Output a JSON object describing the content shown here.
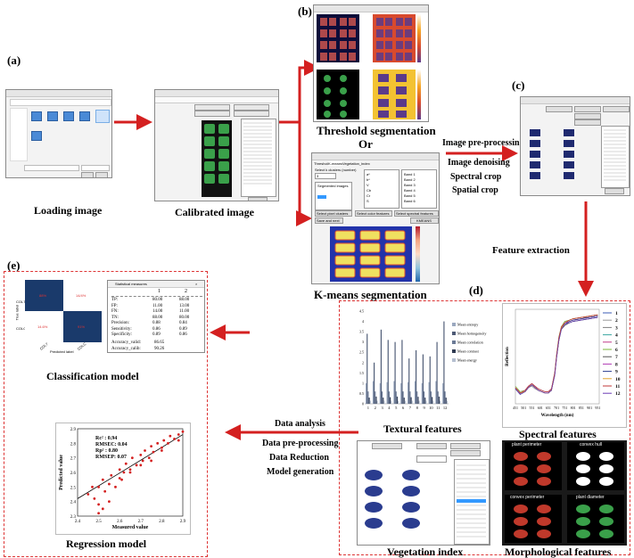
{
  "panels": {
    "a": "(a)",
    "b": "(b)",
    "c": "(c)",
    "d": "(d)",
    "e": "(e)"
  },
  "captions": {
    "loading": "Loading image",
    "calibrated": "Calibrated image",
    "threshold": "Threshold segmentation",
    "or": "Or",
    "kmeans": "K-means segmentation",
    "textural": "Textural features",
    "spectral": "Spectral features",
    "vegetation": "Vegetation index",
    "morphological": "Morphological features",
    "classification": "Classification model",
    "regression": "Regression model"
  },
  "steps": {
    "preprocessing": "Image pre-processing",
    "denoising": "Image denoising",
    "spectral_crop": "Spectral crop",
    "spatial_crop": "Spatial crop",
    "feature_extraction": "Feature extraction",
    "data_analysis": "Data analysis",
    "data_preprocessing": "Data pre-processing",
    "data_reduction": "Data Reduction",
    "model_generation": "Model generation"
  },
  "kmeans_window": {
    "tabs": [
      "Threshold",
      "K-means",
      "Vegetation_index"
    ],
    "select_clusters": "Select k clusters (number)",
    "k_value": "3",
    "segmented_images": "Segmented images",
    "bands": [
      "Band 1",
      "Band 2",
      "Band 3",
      "Band 4",
      "Band 5",
      "Band 6"
    ],
    "channels": [
      "a*",
      "b*",
      "V",
      "Cb",
      "Cr",
      "S"
    ],
    "btn_save": "Save and next",
    "btn_pixel": "Select pixel clusters",
    "btn_color": "Select color features",
    "btn_spectral": "Select spectral features",
    "btn_kmeans": "KMEANS"
  },
  "confusion_window": {
    "title": "Statistical measures",
    "col_headers": [
      "1",
      "2"
    ],
    "rows": [
      {
        "name": "TP:",
        "v1": "80.00",
        "v2": "88.00"
      },
      {
        "name": "FP:",
        "v1": "11.00",
        "v2": "13.00"
      },
      {
        "name": "FN:",
        "v1": "14.00",
        "v2": "11.00"
      },
      {
        "name": "TN:",
        "v1": "88.00",
        "v2": "80.00"
      },
      {
        "name": "Precision:",
        "v1": "0.88",
        "v2": "0.84"
      },
      {
        "name": "Sensitivity:",
        "v1": "0.86",
        "v2": "0.89"
      },
      {
        "name": "Specificity:",
        "v1": "0.89",
        "v2": "0.86"
      }
    ],
    "accuracy_valid": {
      "name": "Accuracy_valid:",
      "v": "86.65"
    },
    "accuracy_calib": {
      "name": "Accuracy_calib:",
      "v": "90.26"
    }
  },
  "confusion_matrix": {
    "ylabel": "True label",
    "xlabel": "Predicted label",
    "classes": [
      "COL7",
      "COLC"
    ],
    "cells": [
      "88%",
      "14/4%",
      "14.6%",
      "91%"
    ]
  },
  "regression_stats": {
    "rc2": "Rc² :  0.94",
    "rmsec": "RMSEC:  0.04",
    "rp2": "Rp² :  0.80",
    "rmsep": "RMSEP:  0.07"
  },
  "chart_data": [
    {
      "type": "scatter",
      "xlabel": "Measured value",
      "ylabel": "Predicted value",
      "xlim": [
        2.4,
        2.9
      ],
      "ylim": [
        2.3,
        2.9
      ],
      "xticks": [
        "2.4",
        "2.5",
        "2.6",
        "2.7",
        "2.8",
        "2.9"
      ],
      "yticks": [
        "2.3",
        "2.4",
        "2.5",
        "2.6",
        "2.7",
        "2.8",
        "2.9"
      ],
      "x": [
        2.45,
        2.47,
        2.48,
        2.5,
        2.5,
        2.52,
        2.53,
        2.55,
        2.56,
        2.58,
        2.6,
        2.61,
        2.62,
        2.63,
        2.65,
        2.66,
        2.68,
        2.7,
        2.71,
        2.72,
        2.74,
        2.75,
        2.76,
        2.78,
        2.8,
        2.81,
        2.83,
        2.84,
        2.86,
        2.88,
        2.88,
        2.9,
        2.5,
        2.52,
        2.55,
        2.6,
        2.65,
        2.7,
        2.75,
        2.8
      ],
      "y": [
        2.45,
        2.5,
        2.42,
        2.5,
        2.38,
        2.55,
        2.47,
        2.52,
        2.58,
        2.5,
        2.62,
        2.55,
        2.6,
        2.66,
        2.62,
        2.7,
        2.65,
        2.72,
        2.68,
        2.75,
        2.7,
        2.78,
        2.74,
        2.8,
        2.77,
        2.82,
        2.8,
        2.85,
        2.83,
        2.86,
        2.82,
        2.88,
        2.32,
        2.35,
        2.4,
        2.56,
        2.6,
        2.65,
        2.68,
        2.75
      ],
      "trendline": [
        [
          2.4,
          2.42
        ],
        [
          2.9,
          2.86
        ]
      ]
    },
    {
      "type": "bar",
      "categories": [
        "1",
        "2",
        "3",
        "4",
        "5",
        "6",
        "7",
        "8",
        "9",
        "10",
        "11",
        "12"
      ],
      "ylim": [
        0,
        4.5
      ],
      "yticks": [
        "0",
        "0.5",
        "1",
        "1.5",
        "2",
        "2.5",
        "3",
        "3.5",
        "4",
        "4.5"
      ],
      "series": [
        {
          "name": "Mean entropy",
          "color": "#9aa8bf",
          "values": [
            1.0,
            1.1,
            1.0,
            1.05,
            1.1,
            1.0,
            1.05,
            1.1,
            1.0,
            1.05,
            1.1,
            1.0
          ]
        },
        {
          "name": "Mean homogeneity",
          "color": "#4d5a75",
          "values": [
            3.4,
            2.0,
            3.6,
            3.1,
            3.0,
            3.1,
            2.2,
            2.6,
            2.4,
            2.3,
            3.0,
            4.0
          ]
        },
        {
          "name": "Mean correlation",
          "color": "#6b7a96",
          "values": [
            0.6,
            0.6,
            0.6,
            0.6,
            0.6,
            0.6,
            0.6,
            0.6,
            0.6,
            0.6,
            0.6,
            0.6
          ]
        },
        {
          "name": "Mean contrast",
          "color": "#2f3a52",
          "values": [
            0.3,
            0.35,
            0.3,
            0.32,
            0.35,
            0.3,
            0.32,
            0.34,
            0.3,
            0.33,
            0.35,
            0.3
          ]
        },
        {
          "name": "Mean energy",
          "color": "#b5bfd0",
          "values": [
            0.15,
            0.15,
            0.15,
            0.15,
            0.15,
            0.15,
            0.15,
            0.15,
            0.15,
            0.15,
            0.15,
            0.15
          ]
        }
      ]
    },
    {
      "type": "line",
      "xlabel": "Wavelength (nm)",
      "ylabel": "Reflection",
      "xticks": [
        "451",
        "501",
        "551",
        "601",
        "651",
        "701",
        "751",
        "801",
        "851",
        "901",
        "951"
      ],
      "xlim": [
        451,
        960
      ],
      "x": [
        451,
        480,
        510,
        530,
        551,
        570,
        590,
        610,
        630,
        651,
        670,
        690,
        701,
        715,
        730,
        751,
        780,
        801,
        851,
        901,
        951
      ],
      "series": [
        {
          "name": "1",
          "color": "#3b5bb5",
          "values": [
            0.12,
            0.08,
            0.09,
            0.12,
            0.14,
            0.12,
            0.1,
            0.09,
            0.08,
            0.08,
            0.1,
            0.22,
            0.35,
            0.48,
            0.56,
            0.6,
            0.62,
            0.63,
            0.64,
            0.65,
            0.66
          ]
        },
        {
          "name": "2",
          "color": "#9a9a9a",
          "values": [
            0.11,
            0.07,
            0.09,
            0.12,
            0.13,
            0.11,
            0.1,
            0.09,
            0.08,
            0.08,
            0.1,
            0.21,
            0.34,
            0.47,
            0.55,
            0.59,
            0.61,
            0.62,
            0.63,
            0.64,
            0.65
          ]
        },
        {
          "name": "3",
          "color": "#7f7f7f",
          "values": [
            0.12,
            0.08,
            0.1,
            0.13,
            0.15,
            0.13,
            0.11,
            0.1,
            0.09,
            0.09,
            0.11,
            0.23,
            0.36,
            0.49,
            0.57,
            0.61,
            0.62,
            0.63,
            0.64,
            0.64,
            0.65
          ]
        },
        {
          "name": "4",
          "color": "#3aa7a0",
          "values": [
            0.11,
            0.07,
            0.09,
            0.12,
            0.14,
            0.12,
            0.1,
            0.09,
            0.08,
            0.08,
            0.1,
            0.22,
            0.35,
            0.47,
            0.55,
            0.59,
            0.6,
            0.61,
            0.62,
            0.63,
            0.64
          ]
        },
        {
          "name": "5",
          "color": "#c03a8a",
          "values": [
            0.12,
            0.08,
            0.09,
            0.12,
            0.14,
            0.12,
            0.1,
            0.09,
            0.08,
            0.08,
            0.1,
            0.22,
            0.35,
            0.48,
            0.56,
            0.6,
            0.61,
            0.62,
            0.63,
            0.64,
            0.65
          ]
        },
        {
          "name": "6",
          "color": "#7ab43a",
          "values": [
            0.13,
            0.09,
            0.1,
            0.13,
            0.15,
            0.13,
            0.11,
            0.1,
            0.09,
            0.09,
            0.11,
            0.23,
            0.37,
            0.5,
            0.57,
            0.61,
            0.62,
            0.63,
            0.64,
            0.65,
            0.66
          ]
        },
        {
          "name": "7",
          "color": "#555555",
          "values": [
            0.12,
            0.08,
            0.09,
            0.12,
            0.14,
            0.12,
            0.1,
            0.09,
            0.08,
            0.08,
            0.1,
            0.21,
            0.34,
            0.47,
            0.55,
            0.58,
            0.6,
            0.61,
            0.62,
            0.63,
            0.64
          ]
        },
        {
          "name": "8",
          "color": "#b03ab5",
          "values": [
            0.12,
            0.08,
            0.1,
            0.13,
            0.15,
            0.13,
            0.11,
            0.1,
            0.09,
            0.09,
            0.11,
            0.22,
            0.36,
            0.49,
            0.56,
            0.6,
            0.61,
            0.62,
            0.63,
            0.64,
            0.65
          ]
        },
        {
          "name": "9",
          "color": "#2a3c8f",
          "values": [
            0.11,
            0.07,
            0.09,
            0.12,
            0.14,
            0.12,
            0.1,
            0.09,
            0.08,
            0.08,
            0.1,
            0.22,
            0.35,
            0.48,
            0.56,
            0.59,
            0.61,
            0.62,
            0.63,
            0.64,
            0.65
          ]
        },
        {
          "name": "10",
          "color": "#e0a32a",
          "values": [
            0.12,
            0.08,
            0.09,
            0.12,
            0.14,
            0.12,
            0.1,
            0.09,
            0.08,
            0.08,
            0.1,
            0.22,
            0.35,
            0.48,
            0.56,
            0.6,
            0.62,
            0.63,
            0.64,
            0.65,
            0.66
          ]
        },
        {
          "name": "11",
          "color": "#c03a3a",
          "values": [
            0.12,
            0.08,
            0.1,
            0.13,
            0.15,
            0.13,
            0.11,
            0.1,
            0.09,
            0.09,
            0.11,
            0.23,
            0.36,
            0.49,
            0.57,
            0.6,
            0.62,
            0.63,
            0.64,
            0.65,
            0.66
          ]
        },
        {
          "name": "12",
          "color": "#6b3ab5",
          "values": [
            0.11,
            0.07,
            0.09,
            0.12,
            0.14,
            0.12,
            0.1,
            0.09,
            0.08,
            0.08,
            0.1,
            0.21,
            0.34,
            0.47,
            0.55,
            0.59,
            0.6,
            0.61,
            0.62,
            0.63,
            0.64
          ]
        }
      ]
    }
  ],
  "morph_labels": [
    "plant perimeter",
    "convex hull",
    "convex perimeter",
    "plant diameter"
  ],
  "colors": {
    "arrow": "#d42020",
    "dash": "#d33333",
    "cm_dark": "#1a3a6b",
    "plant_green": "#3aa04a"
  }
}
